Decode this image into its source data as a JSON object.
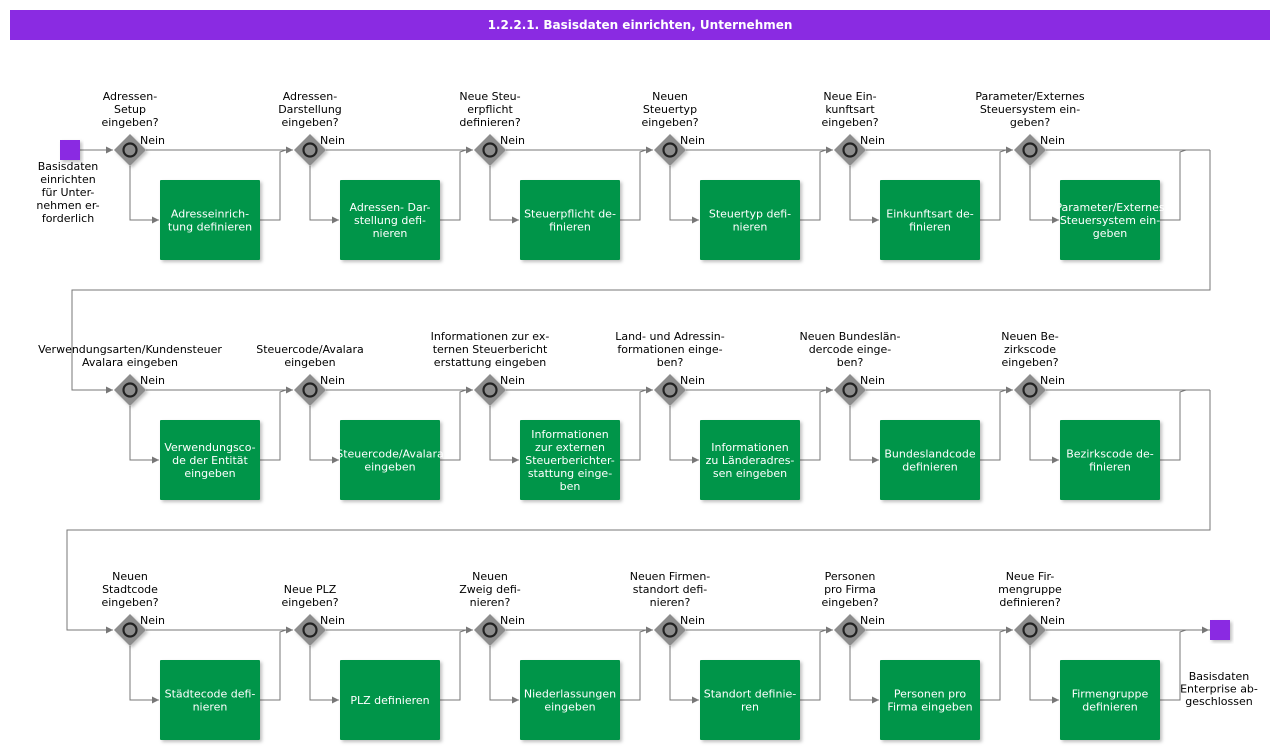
{
  "title": "1.2.2.1. Basisdaten einrichten, Unternehmen",
  "no_label": "Nein",
  "start_label": [
    "Basisdaten",
    "einrichten",
    "für Unter-",
    "nehmen er-",
    "forderlich"
  ],
  "end_label": [
    "Basisdaten",
    "Enterprise ab-",
    "geschlossen"
  ],
  "rows": [
    {
      "steps": [
        {
          "question": [
            "Adressen-",
            "Setup",
            "eingeben?"
          ],
          "task": [
            "Adresseinrich-",
            "tung definieren"
          ]
        },
        {
          "question": [
            "Adressen-",
            "Darstellung",
            "eingeben?"
          ],
          "task": [
            "Adressen- Dar-",
            "stellung defi-",
            "nieren"
          ]
        },
        {
          "question": [
            "Neue Steu-",
            "erpflicht",
            "definieren?"
          ],
          "task": [
            "Steuerpflicht de-",
            "finieren"
          ]
        },
        {
          "question": [
            "Neuen",
            "Steuertyp",
            "eingeben?"
          ],
          "task": [
            "Steuertyp defi-",
            "nieren"
          ]
        },
        {
          "question": [
            "Neue Ein-",
            "kunftsart",
            "eingeben?"
          ],
          "task": [
            "Einkunftsart de-",
            "finieren"
          ]
        },
        {
          "question": [
            "Parameter/Externes",
            "Steuersystem ein-",
            "geben?"
          ],
          "task": [
            "Parameter/Externes",
            "Steuersystem ein-",
            "geben"
          ]
        }
      ]
    },
    {
      "steps": [
        {
          "question": [
            "Verwendungsarten/Kundensteuer",
            "Avalara eingeben"
          ],
          "task": [
            "Verwendungsco-",
            "de der Entität",
            "eingeben"
          ]
        },
        {
          "question": [
            "Steuercode/Avalara",
            "eingeben"
          ],
          "task": [
            "Steuercode/Avalara",
            "eingeben"
          ]
        },
        {
          "question": [
            "Informationen zur ex-",
            "ternen Steuerbericht",
            "erstattung eingeben"
          ],
          "task": [
            "Informationen",
            "zur externen",
            "Steuerberichter-",
            "stattung einge-",
            "ben"
          ]
        },
        {
          "question": [
            "Land- und Adressin-",
            "formationen einge-",
            "ben?"
          ],
          "task": [
            "Informationen",
            "zu Länderadres-",
            "sen eingeben"
          ]
        },
        {
          "question": [
            "Neuen Bundeslän-",
            "dercode einge-",
            "ben?"
          ],
          "task": [
            "Bundeslandcode",
            "definieren"
          ]
        },
        {
          "question": [
            "Neuen Be-",
            "zirkscode",
            "eingeben?"
          ],
          "task": [
            "Bezirkscode de-",
            "finieren"
          ]
        }
      ]
    },
    {
      "steps": [
        {
          "question": [
            "Neuen",
            "Stadtcode",
            "eingeben?"
          ],
          "task": [
            "Städtecode defi-",
            "nieren"
          ]
        },
        {
          "question": [
            "Neue PLZ",
            "eingeben?"
          ],
          "task": [
            "PLZ definieren"
          ]
        },
        {
          "question": [
            "Neuen",
            "Zweig defi-",
            "nieren?"
          ],
          "task": [
            "Niederlassungen",
            "eingeben"
          ]
        },
        {
          "question": [
            "Neuen Firmen-",
            "standort defi-",
            "nieren?"
          ],
          "task": [
            "Standort definie-",
            "ren"
          ]
        },
        {
          "question": [
            "Personen",
            "pro Firma",
            "eingeben?"
          ],
          "task": [
            "Personen pro",
            "Firma eingeben"
          ]
        },
        {
          "question": [
            "Neue Fir-",
            "mengruppe",
            "definieren?"
          ],
          "task": [
            "Firmengruppe",
            "definieren"
          ]
        }
      ]
    }
  ],
  "colors": {
    "title_bar": "#8a2be2",
    "task": "#00954a",
    "gateway": "#8c8c8c",
    "event": "#8a2be2",
    "line": "#777777"
  }
}
